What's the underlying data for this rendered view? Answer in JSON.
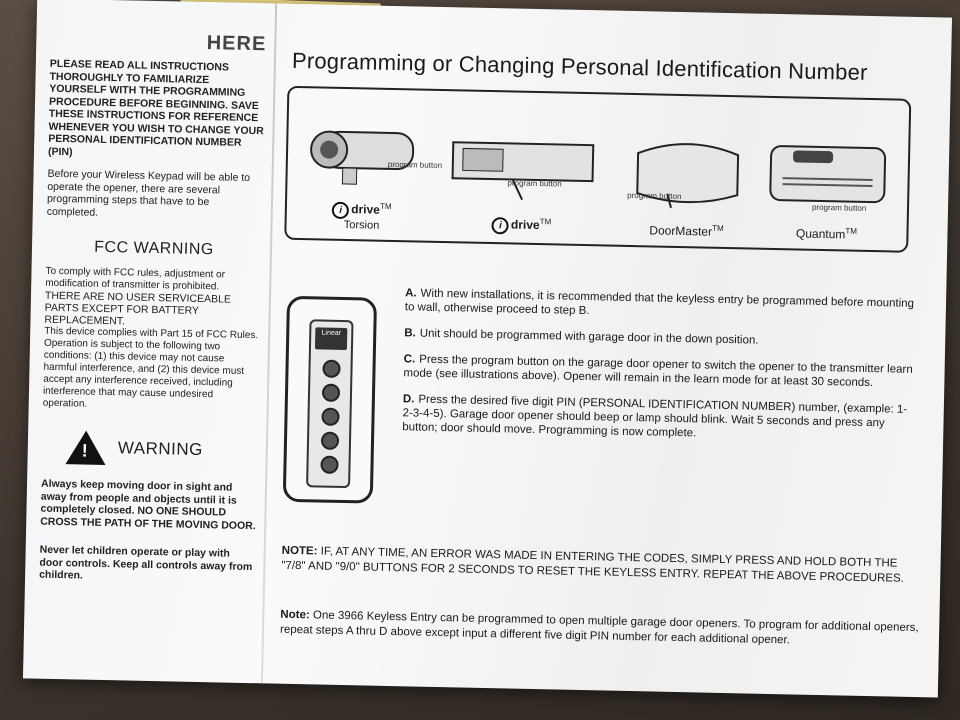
{
  "left": {
    "read_here": "HERE",
    "intro": "PLEASE READ ALL INSTRUCTIONS THOROUGHLY TO FAMILIARIZE YOURSELF WITH THE PROGRAMMING PROCEDURE BEFORE BEGINNING. SAVE THESE INSTRUCTIONS FOR REFERENCE WHENEVER YOU WISH TO CHANGE YOUR PERSONAL IDENTIFICATION NUMBER (PIN)",
    "before": "Before your Wireless Keypad will be able to operate the opener, there are several programming steps that have to be completed.",
    "fcc_title": "FCC WARNING",
    "fcc_1": "To comply with FCC rules, adjustment or modification of transmitter is prohibited.",
    "fcc_caps": "THERE ARE NO USER SERVICEABLE PARTS EXCEPT FOR BATTERY REPLACEMENT.",
    "fcc_2": "This device complies with Part 15 of FCC Rules. Operation is subject to the following two conditions: (1) this device may not cause harmful interference, and (2) this device must accept any interference received, including interference that may cause undesired operation.",
    "warning_title": "WARNING",
    "warning_text": "Always keep moving door in sight and away from people and objects until it is completely closed. NO ONE SHOULD CROSS THE PATH OF THE MOVING DOOR.",
    "children_text": "Never let children operate or play with door controls. Keep all controls away from children."
  },
  "right": {
    "title": "Programming or Changing Personal Identification Number",
    "openers": [
      {
        "brand": "drive",
        "brand_sub": "Torsion",
        "label": "program button"
      },
      {
        "brand": "drive",
        "brand_sub": "",
        "label": "program button"
      },
      {
        "brand": "DoorMaster",
        "brand_sub": "",
        "label": "program button"
      },
      {
        "brand": "Quantum",
        "brand_sub": "",
        "label": "program button"
      }
    ],
    "keypad_logo": "Linear",
    "steps": [
      {
        "letter": "A.",
        "text": "With new installations, it is recommended that the keyless entry be programmed before mounting to wall, otherwise proceed to step B."
      },
      {
        "letter": "B.",
        "text": "Unit should be programmed with garage door in the down position."
      },
      {
        "letter": "C.",
        "text": "Press the program button on the garage door opener to switch the opener to the transmitter learn mode (see illustrations above). Opener will remain in the learn mode for at least 30 seconds."
      },
      {
        "letter": "D.",
        "text": "Press the desired five digit PIN (PERSONAL IDENTIFICATION NUMBER) number, (example: 1-2-3-4-5). Garage door opener should beep or lamp should blink. Wait 5 seconds and press any button; door should move. Programming is now complete."
      }
    ],
    "note1_label": "NOTE:",
    "note1_text": "IF, AT ANY TIME, AN ERROR WAS MADE IN ENTERING THE CODES, SIMPLY PRESS AND HOLD BOTH THE \"7/8\" AND \"9/0\" BUTTONS FOR 2 SECONDS TO RESET THE KEYLESS ENTRY. REPEAT THE ABOVE PROCEDURES.",
    "note2_label": "Note:",
    "note2_text": "One 3966 Keyless Entry can be programmed to open multiple garage door openers. To program for additional openers, repeat steps A thru D above except input a different five digit PIN number for each additional opener."
  }
}
